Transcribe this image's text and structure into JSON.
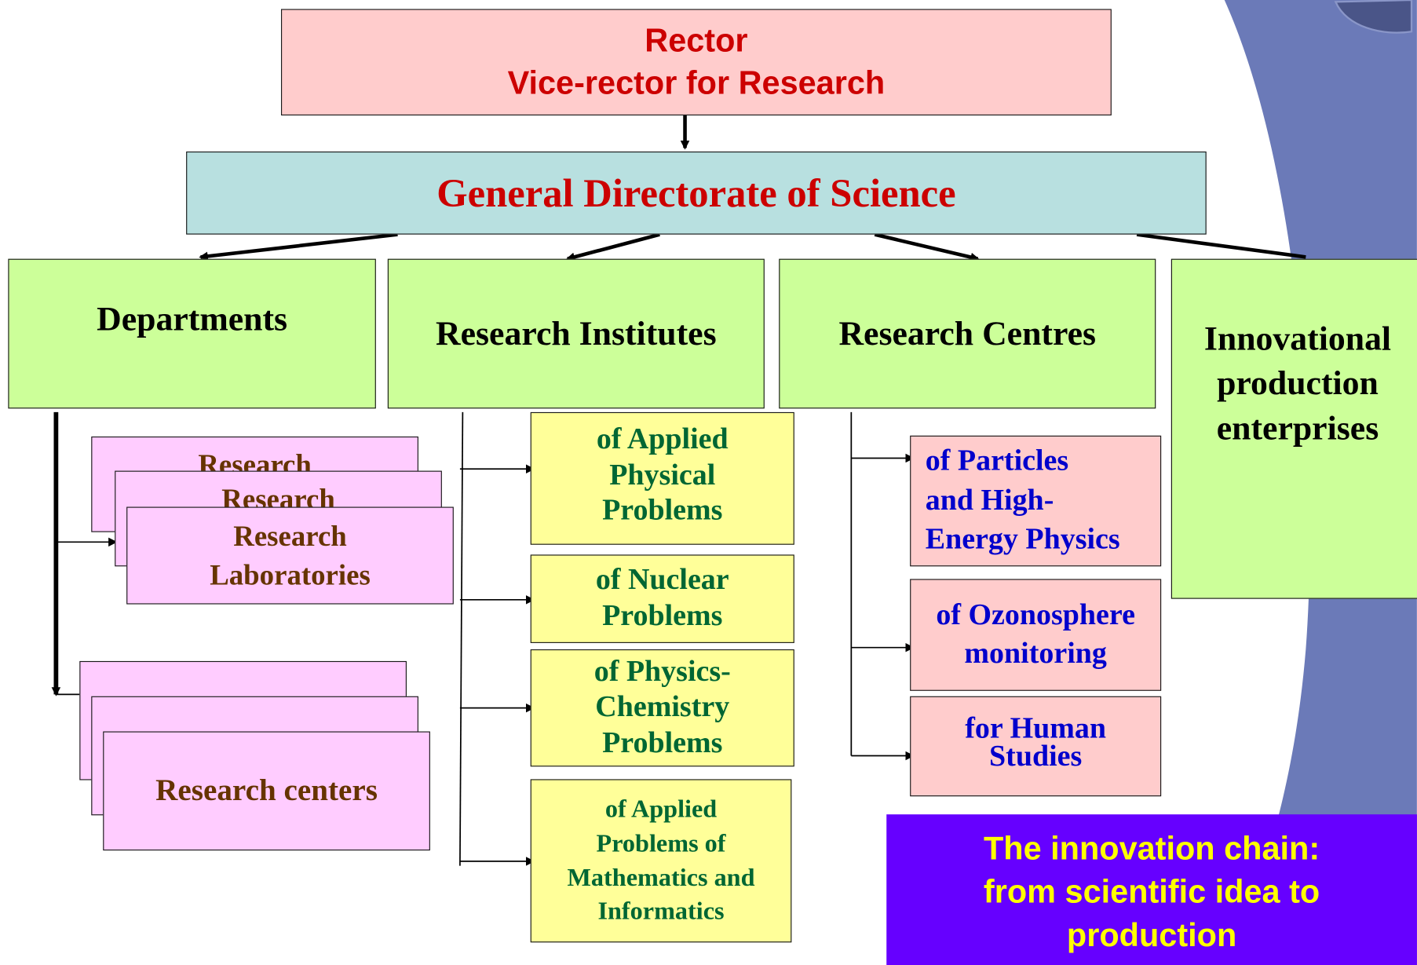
{
  "colors": {
    "rector_bg": "#ffcccc",
    "rector_text": "#cc0000",
    "directorate_bg": "#b8e0e0",
    "directorate_text": "#cc0000",
    "category_bg": "#ccff99",
    "institute_bg": "#ffff99",
    "institute_text": "#006633",
    "centre_bg": "#ffcccc",
    "centre_text": "#0000cc",
    "lab_bg": "#ffccff",
    "lab_text": "#663300",
    "banner_bg": "#6600ff",
    "banner_text": "#ffff00",
    "side_panel": "#6b7ab8"
  },
  "top": {
    "line1": "Rector",
    "line2": "Vice-rector for Research"
  },
  "directorate": {
    "title": "General Directorate of Science"
  },
  "categories": {
    "departments": "Departments",
    "institutes": "Research Institutes",
    "centres": "Research Centres",
    "innovational": [
      "Innovational",
      "production",
      "enterprises"
    ]
  },
  "labs": {
    "stack_label_partial": "Research",
    "front": [
      "Research",
      "Laboratories"
    ]
  },
  "centers_stack": {
    "front": "Research centers"
  },
  "institutes": [
    [
      "of Applied",
      "Physical",
      "Problems"
    ],
    [
      "of Nuclear",
      "Problems"
    ],
    [
      "of Physics-",
      "Chemistry",
      "Problems"
    ],
    [
      "of Applied",
      "Problems of",
      "Mathematics and",
      "Informatics"
    ]
  ],
  "centres": [
    [
      "of Particles",
      "and High-",
      "Energy Physics"
    ],
    [
      "of Ozonosphere",
      "monitoring"
    ],
    [
      "for Human",
      "Studies"
    ]
  ],
  "banner": [
    "The innovation chain:",
    "from scientific idea to",
    "production"
  ]
}
